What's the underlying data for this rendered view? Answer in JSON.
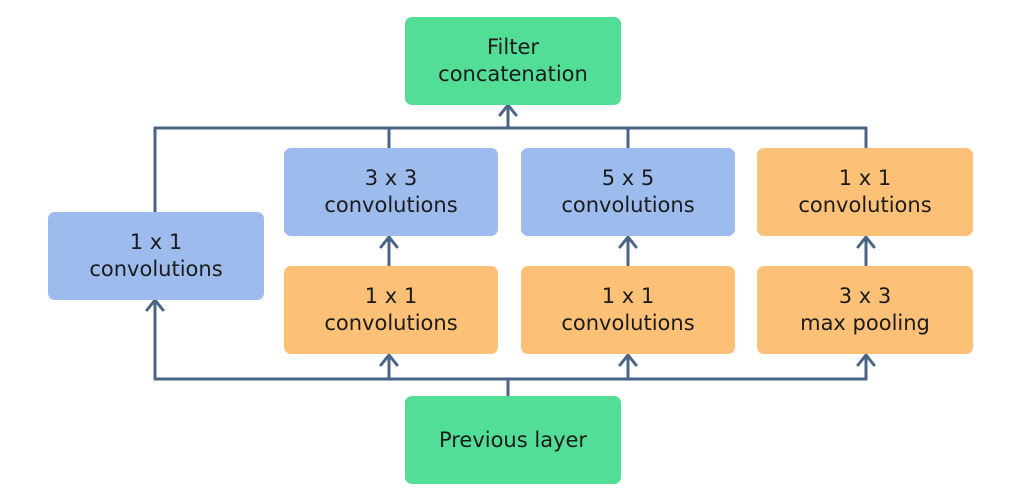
{
  "colors": {
    "green": "#52de97",
    "blue": "#9ebbed",
    "orange": "#fcc077",
    "connector": "#4a6485"
  },
  "nodes": {
    "filter_concat": {
      "line1": "Filter",
      "line2": "concatenation"
    },
    "previous_layer": {
      "line1": "Previous layer"
    },
    "col1_conv1x1": {
      "line1": "1 x 1",
      "line2": "convolutions"
    },
    "col2_conv3x3": {
      "line1": "3 x 3",
      "line2": "convolutions"
    },
    "col2_conv1x1": {
      "line1": "1 x 1",
      "line2": "convolutions"
    },
    "col3_conv5x5": {
      "line1": "5 x 5",
      "line2": "convolutions"
    },
    "col3_conv1x1": {
      "line1": "1 x 1",
      "line2": "convolutions"
    },
    "col4_conv1x1": {
      "line1": "1 x 1",
      "line2": "convolutions"
    },
    "col4_maxpool": {
      "line1": "3 x 3",
      "line2": "max pooling"
    }
  }
}
